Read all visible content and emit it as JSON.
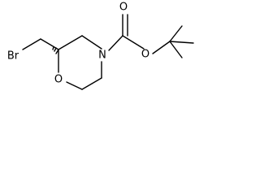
{
  "molecule": {
    "atoms": {
      "bromine": "Br",
      "ring_oxygen": "O",
      "ring_nitrogen": "N",
      "carbonyl_oxygen": "O",
      "ester_oxygen": "O"
    }
  },
  "colors": {
    "bond": "#000000",
    "text": "#000000",
    "background": "#ffffff"
  }
}
